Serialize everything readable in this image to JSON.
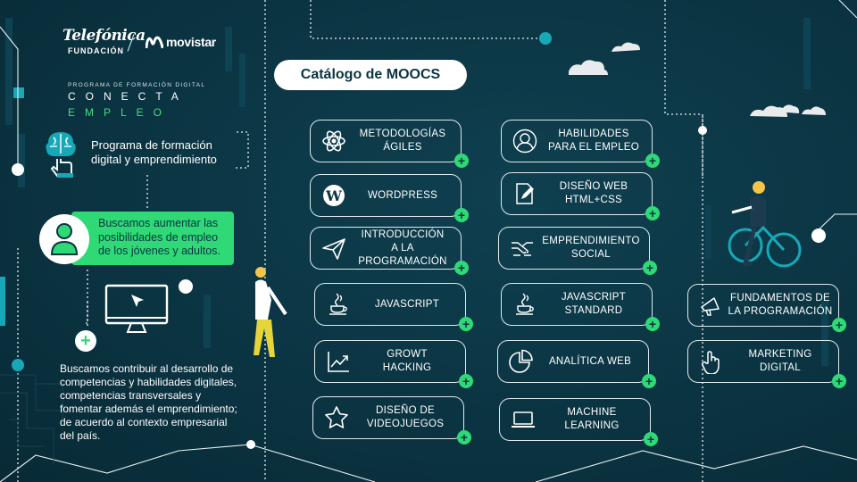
{
  "brand": {
    "telefonica": "Telefónica",
    "fundacion": "FUNDACIÓN",
    "movistar": "movistar"
  },
  "program": {
    "small_label": "PROGRAMA DE FORMACIÓN DIGITAL",
    "conecta": "CONECTA",
    "empleo": "EMPLEO"
  },
  "left": {
    "program_text": "Programa de formación digital y emprendimiento",
    "goal_text": "Buscamos aumentar las posibilidades de empleo de los jóvenes y adultos.",
    "description": "Buscamos contribuir al desarrollo de competencias y habilidades digitales, competencias transversales y fomentar además el emprendimiento; de acuerdo al contexto empresarial del país."
  },
  "catalog": {
    "title": "Catálogo de MOOCS",
    "plus_symbol": "+",
    "courses": [
      {
        "label": "METODOLOGÍAS\nÁGILES",
        "icon": "atom-icon"
      },
      {
        "label": "WORDPRESS",
        "icon": "wordpress-icon"
      },
      {
        "label": "INTRODUCCIÓN\nA LA PROGRAMACIÓN",
        "icon": "paper-plane-icon"
      },
      {
        "label": "JAVASCRIPT",
        "icon": "java-cup-icon"
      },
      {
        "label": "GROWT\nHACKING",
        "icon": "growth-chart-icon"
      },
      {
        "label": "DISEÑO DE\nVIDEOJUEGOS",
        "icon": "star-icon"
      },
      {
        "label": "HABILIDADES\nPARA EL EMPLEO",
        "icon": "person-icon"
      },
      {
        "label": "DISEÑO WEB\nHTML+CSS",
        "icon": "edit-document-icon"
      },
      {
        "label": "EMPRENDIMIENTO\nSOCIAL",
        "icon": "handshake-icon"
      },
      {
        "label": "JAVASCRIPT\nSTANDARD",
        "icon": "java-cup-icon"
      },
      {
        "label": "ANALÍTICA WEB",
        "icon": "pie-chart-icon"
      },
      {
        "label": "MACHINE\nLEARNING",
        "icon": "laptop-icon"
      },
      {
        "label": "FUNDAMENTOS DE\nLA PROGRAMACIÓN",
        "icon": "megaphone-icon"
      },
      {
        "label": "MARKETING\nDIGITAL",
        "icon": "pointer-hand-icon"
      }
    ]
  },
  "colors": {
    "background": "#0b3442",
    "accent_green": "#2fd976",
    "accent_teal": "#17a8b8",
    "outline": "#dfe9ec"
  }
}
